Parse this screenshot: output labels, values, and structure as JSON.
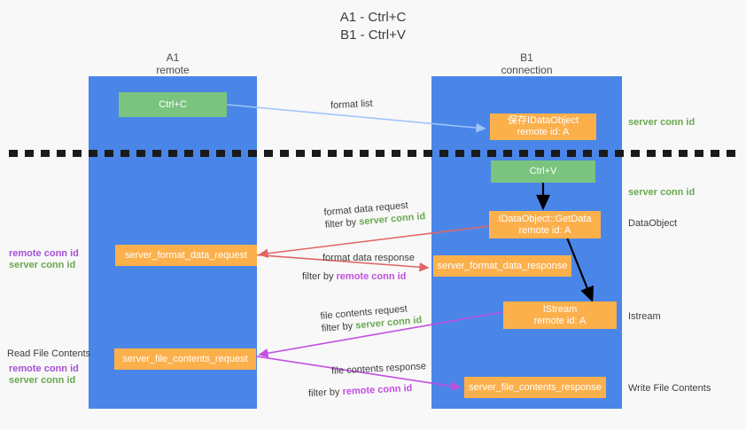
{
  "title": {
    "line1": "A1 - Ctrl+C",
    "line2": "B1 - Ctrl+V"
  },
  "colors": {
    "lane": "#4a86e8",
    "green_node": "#7ac47f",
    "orange_node": "#fbb04c",
    "server_conn_id": "#6aa84f",
    "remote_conn_id": "#a64fd6",
    "arrow_blue": "#9fc5f8",
    "arrow_red": "#e06666",
    "arrow_magenta": "#c14fe0",
    "arrow_black": "#000000",
    "background": "#f8f8f8"
  },
  "lanes": [
    {
      "id": "a1",
      "name": "A1",
      "sub": "remote"
    },
    {
      "id": "b1",
      "name": "B1",
      "sub": "connection"
    }
  ],
  "nodes": [
    {
      "id": "ctrl-c",
      "lane": "a1",
      "kind": "green",
      "line1": "Ctrl+C",
      "line2": ""
    },
    {
      "id": "save-idataobject",
      "lane": "b1",
      "kind": "orange",
      "line1": "保存IDataObject",
      "line2": "remote id: A"
    },
    {
      "id": "ctrl-v",
      "lane": "b1",
      "kind": "green",
      "line1": "Ctrl+V",
      "line2": ""
    },
    {
      "id": "idataobject-getdata",
      "lane": "b1",
      "kind": "orange",
      "line1": "IDataObject::GetData",
      "line2": "remote id: A"
    },
    {
      "id": "server-format-data-request",
      "lane": "a1",
      "kind": "orange",
      "line1": "server_format_data_request",
      "line2": ""
    },
    {
      "id": "server-format-data-response",
      "lane": "b1",
      "kind": "orange",
      "line1": "server_format_data_response",
      "line2": ""
    },
    {
      "id": "istream",
      "lane": "b1",
      "kind": "orange",
      "line1": "IStream",
      "line2": "remote id: A"
    },
    {
      "id": "server-file-contents-request",
      "lane": "a1",
      "kind": "orange",
      "line1": "server_file_contents_request",
      "line2": ""
    },
    {
      "id": "server-file-contents-response",
      "lane": "b1",
      "kind": "orange",
      "line1": "server_file_contents_response",
      "line2": ""
    }
  ],
  "right_annotations": [
    {
      "id": "server-conn-id-1",
      "text": "server conn id",
      "style": "green"
    },
    {
      "id": "server-conn-id-2",
      "text": "server conn id",
      "style": "green"
    },
    {
      "id": "dataobject",
      "text": "DataObject",
      "style": "dark"
    },
    {
      "id": "istream-label",
      "text": "Istream",
      "style": "dark"
    },
    {
      "id": "write-file-contents",
      "text": "Write File Contents",
      "style": "dark"
    }
  ],
  "left_annotations": [
    {
      "id": "left-remote-conn-id-1",
      "text": "remote conn id",
      "style": "purple"
    },
    {
      "id": "left-server-conn-id-1",
      "text": "server conn id",
      "style": "green"
    },
    {
      "id": "read-file-contents",
      "text": "Read File Contents",
      "style": "dark"
    },
    {
      "id": "left-remote-conn-id-2",
      "text": "remote conn id",
      "style": "purple"
    },
    {
      "id": "left-server-conn-id-2",
      "text": "server conn id",
      "style": "green"
    }
  ],
  "edge_labels": [
    {
      "id": "format-list",
      "main": "format list",
      "filter_prefix": "",
      "filter_value": "",
      "filter_color": ""
    },
    {
      "id": "format-data-request",
      "main": "format data request",
      "filter_prefix": "filter by",
      "filter_value": "server conn id",
      "filter_color": "green"
    },
    {
      "id": "format-data-response",
      "main": "format data response",
      "filter_prefix": "filter by",
      "filter_value": "remote conn id",
      "filter_color": "purple"
    },
    {
      "id": "file-contents-request",
      "main": "file contents request",
      "filter_prefix": "filter by",
      "filter_value": "server conn id",
      "filter_color": "green"
    },
    {
      "id": "file-contents-response",
      "main": "file contents response",
      "filter_prefix": "filter by",
      "filter_value": "remote conn id",
      "filter_color": "purple"
    }
  ]
}
